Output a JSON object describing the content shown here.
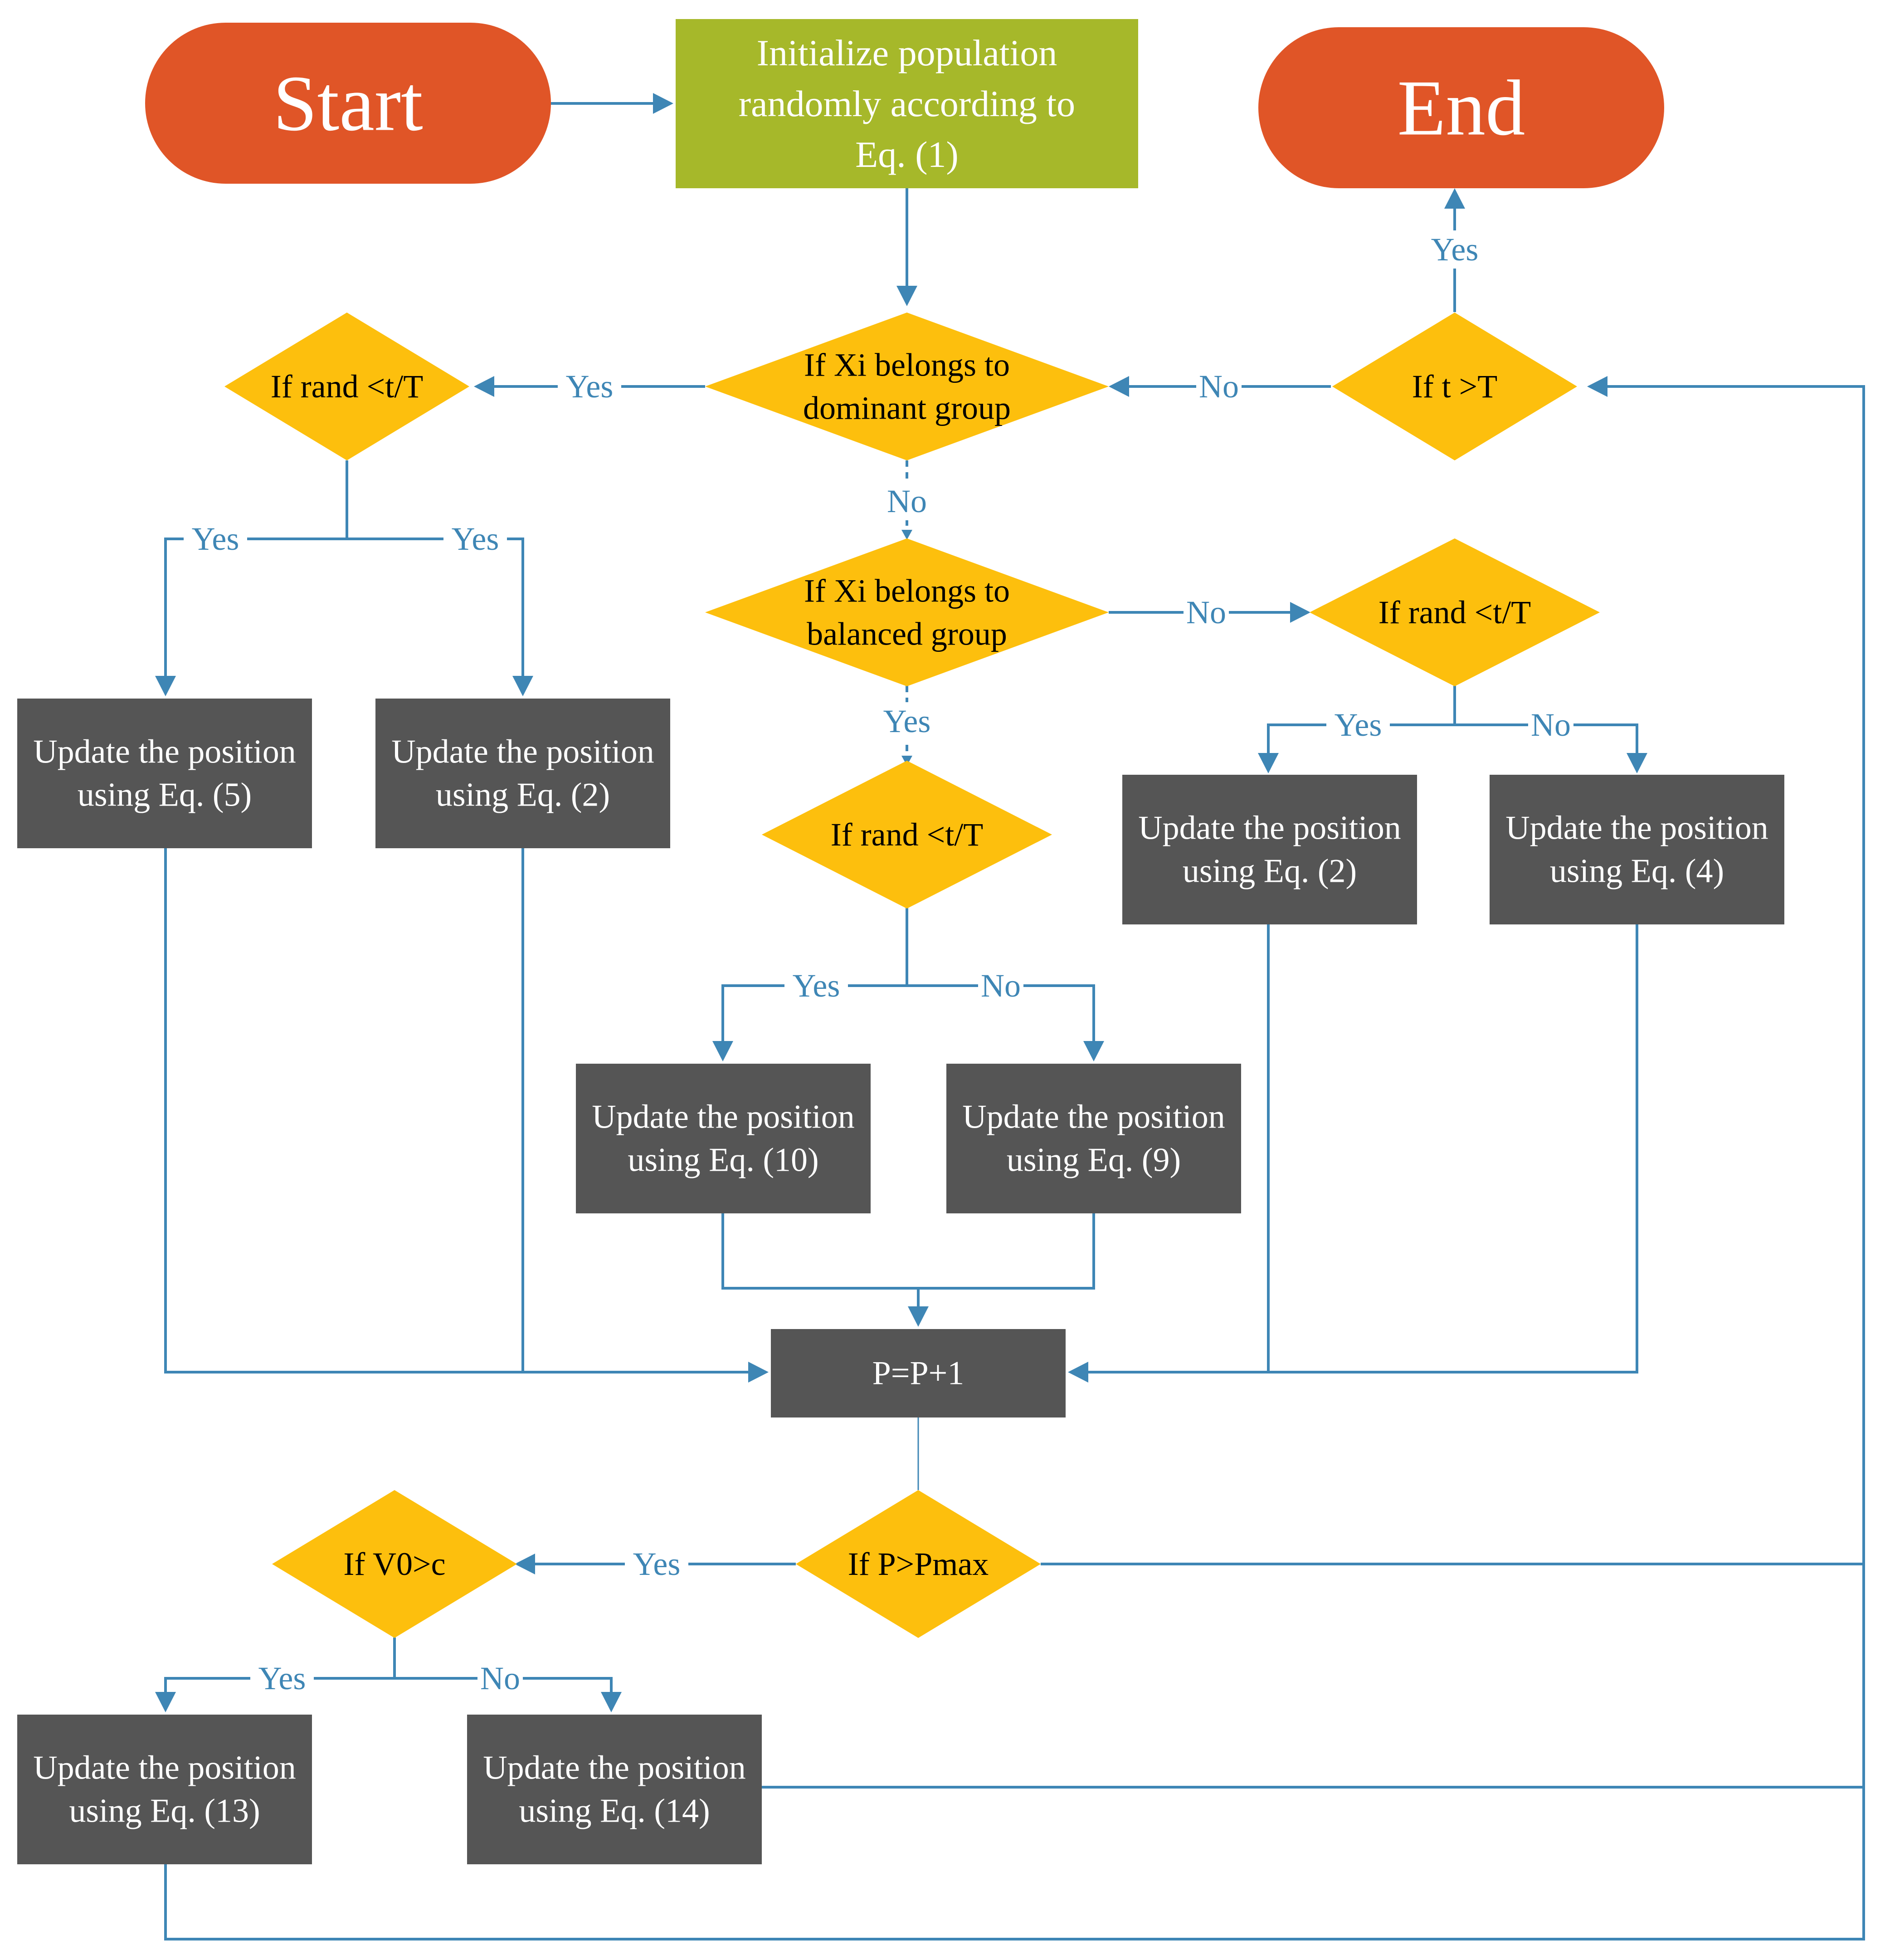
{
  "colors": {
    "terminal": "#E05527",
    "init": "#A6B82A",
    "decision": "#FDBF0D",
    "process": "#555555",
    "connector": "#3E86B5",
    "connector_label": "#3E86B5",
    "light_text": "#FFFFFF",
    "dark_text": "#000000"
  },
  "nodes": {
    "start": {
      "label": "Start"
    },
    "end": {
      "label": "End"
    },
    "init": {
      "lines": [
        "Initialize population",
        "randomly according to",
        "Eq. (1)"
      ]
    },
    "d_dominant": {
      "lines": [
        "If Xi belongs to",
        "dominant group"
      ]
    },
    "d_t_gt_T": {
      "lines": [
        "If t >T"
      ]
    },
    "d_rand_left": {
      "lines": [
        "If rand <t/T"
      ]
    },
    "d_balanced": {
      "lines": [
        "If Xi belongs to",
        "balanced group"
      ]
    },
    "d_rand_right": {
      "lines": [
        "If rand <t/T"
      ]
    },
    "d_rand_mid": {
      "lines": [
        "If rand <t/T"
      ]
    },
    "p_eq5": {
      "lines": [
        "Update the position",
        "using Eq. (5)"
      ]
    },
    "p_eq2_left": {
      "lines": [
        "Update the position",
        "using Eq. (2)"
      ]
    },
    "p_eq2_right": {
      "lines": [
        "Update the position",
        "using Eq. (2)"
      ]
    },
    "p_eq4": {
      "lines": [
        "Update the position",
        "using Eq. (4)"
      ]
    },
    "p_eq10": {
      "lines": [
        "Update the position",
        "using Eq. (10)"
      ]
    },
    "p_eq9": {
      "lines": [
        "Update the position",
        "using Eq. (9)"
      ]
    },
    "p_counter": {
      "lines": [
        "P=P+1"
      ]
    },
    "d_p_gt_pmax": {
      "lines": [
        "If P>Pmax"
      ]
    },
    "d_v0_gt_c": {
      "lines": [
        "If V0>c"
      ]
    },
    "p_eq13": {
      "lines": [
        "Update the position",
        "using Eq. (13)"
      ]
    },
    "p_eq14": {
      "lines": [
        "Update the position",
        "using Eq. (14)"
      ]
    }
  },
  "edge_labels": {
    "yes_to_end": "Yes",
    "no_t_to_dominant": "No",
    "yes_dominant_to_rand": "Yes",
    "no_dominant_to_balanced": "No",
    "yes_rand_left_a": "Yes",
    "yes_rand_left_b": "Yes",
    "no_balanced_to_rand": "No",
    "yes_balanced_to_rand": "Yes",
    "yes_rand_right": "Yes",
    "no_rand_right": "No",
    "yes_rand_mid": "Yes",
    "no_rand_mid": "No",
    "yes_pmax_to_v0": "Yes",
    "yes_v0": "Yes",
    "no_v0": "No"
  }
}
